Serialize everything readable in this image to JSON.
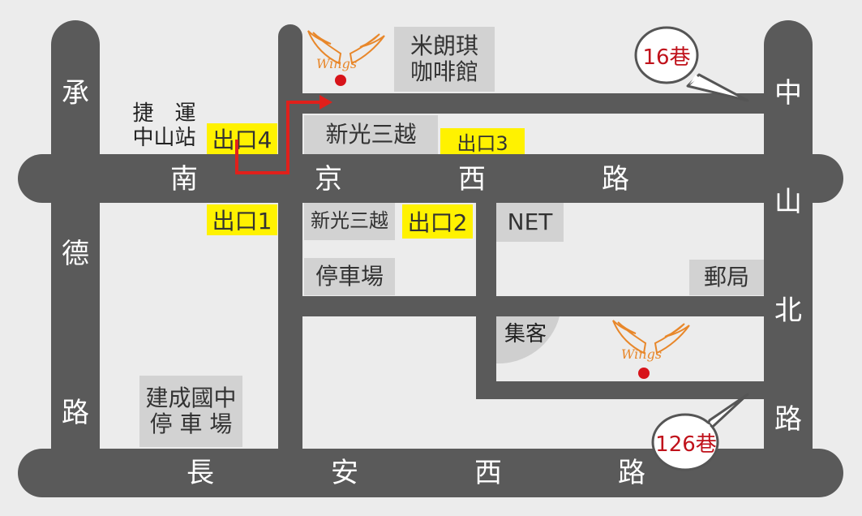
{
  "roads": {
    "nanjing_west": [
      "南",
      "京",
      "西",
      "路"
    ],
    "changan_west": [
      "長",
      "安",
      "西",
      "路"
    ],
    "chengde": [
      "承",
      "德",
      "路"
    ],
    "zhongshan_north": [
      "中",
      "山",
      "北",
      "路"
    ]
  },
  "places": {
    "mrt_station": [
      "捷　運",
      "中山站"
    ],
    "milangqi_cafe": [
      "米朗琪",
      "咖啡館"
    ],
    "shin_kong_1": "新光三越",
    "shin_kong_2": "新光三越",
    "parking": "停車場",
    "net": "NET",
    "post_office": "郵局",
    "jike": "集客",
    "jiancheng_jh": [
      "建成國中",
      "停 車 場"
    ]
  },
  "exits": {
    "exit1": "出口1",
    "exit2": "出口2",
    "exit3": "出口3",
    "exit4": "出口4"
  },
  "lanes": {
    "lane16": "16巷",
    "lane126": "126巷"
  },
  "logo": {
    "text": "Wings",
    "icon": "wings-logo-icon",
    "color": "#e8872a",
    "dot_color": "#d7141a"
  },
  "colors": {
    "road": "#5a5a5a",
    "background": "#ececec",
    "place_box": "#d2d2d2",
    "exit_highlight": "#fff200",
    "route": "#e0201b",
    "lane_text": "#c0121b"
  }
}
